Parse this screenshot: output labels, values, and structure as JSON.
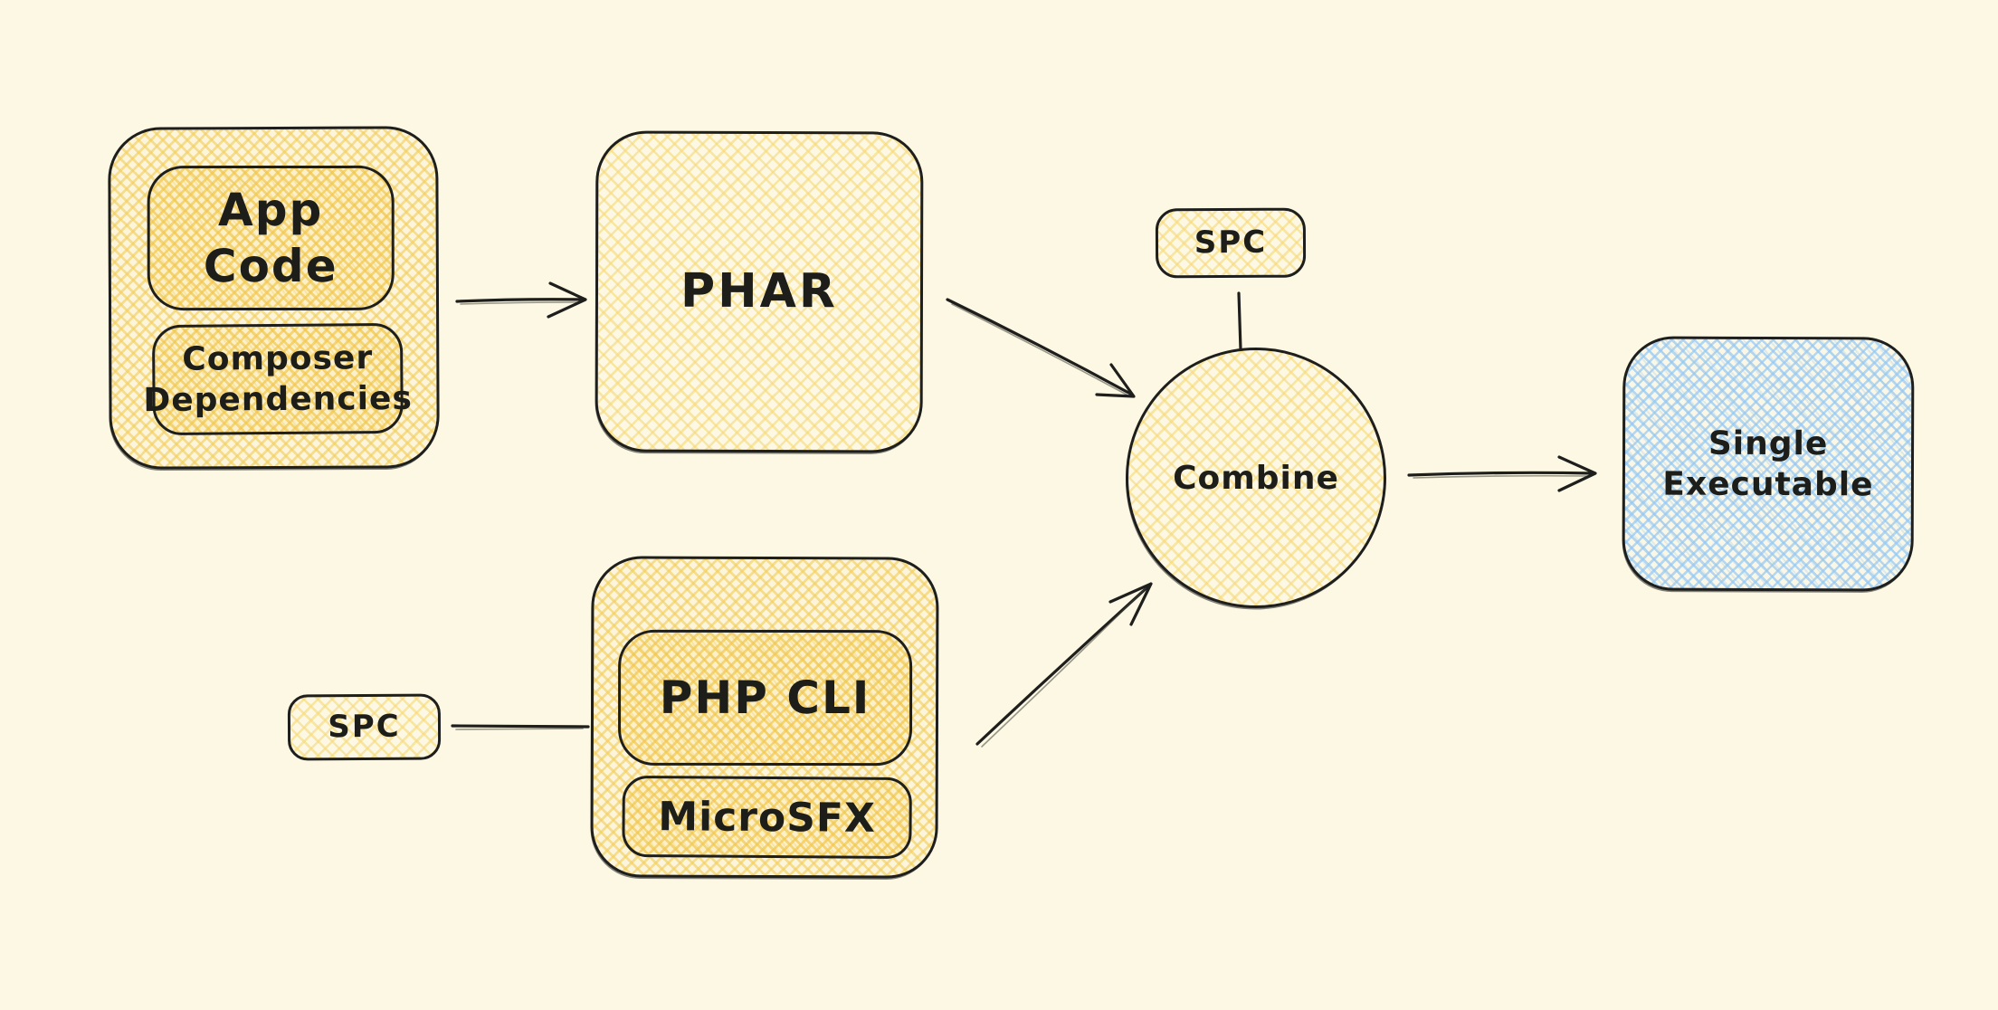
{
  "diagram": {
    "type": "flowchart",
    "theme": {
      "background": "#FCF8E3",
      "stroke": "#1E1E1D",
      "text_color": "#1D1D1A",
      "yellow_hatch": "#F3CE5C",
      "blue_hatch": "#96C8F3"
    },
    "nodes": {
      "app_group": {
        "shape": "rounded-rect",
        "fill": "yellow"
      },
      "app_code": {
        "label": "App Code",
        "shape": "rounded-rect",
        "fill": "yellow"
      },
      "composer_dependencies": {
        "label": "Composer Dependencies",
        "shape": "rounded-rect",
        "fill": "yellow"
      },
      "phar": {
        "label": "PHAR",
        "shape": "rounded-rect",
        "fill": "yellow"
      },
      "spc_top": {
        "label": "SPC",
        "shape": "rounded-rect",
        "fill": "yellow"
      },
      "combine": {
        "label": "Combine",
        "shape": "circle",
        "fill": "yellow"
      },
      "php_group": {
        "shape": "rounded-rect",
        "fill": "yellow"
      },
      "php_cli": {
        "label": "PHP CLI",
        "shape": "rounded-rect",
        "fill": "yellow"
      },
      "microsfx": {
        "label": "MicroSFX",
        "shape": "rounded-rect",
        "fill": "yellow"
      },
      "spc_left": {
        "label": "SPC",
        "shape": "rounded-rect",
        "fill": "yellow"
      },
      "single_executable": {
        "label": "Single Executable",
        "shape": "rounded-rect",
        "fill": "blue"
      }
    },
    "edges": [
      {
        "from": "app-group",
        "to": "phar",
        "style": "arrow"
      },
      {
        "from": "phar",
        "to": "combine",
        "style": "arrow"
      },
      {
        "from": "spc-top",
        "to": "combine",
        "style": "line"
      },
      {
        "from": "spc-left",
        "to": "php-group",
        "style": "line"
      },
      {
        "from": "php-group",
        "to": "combine",
        "style": "arrow"
      },
      {
        "from": "combine",
        "to": "single-executable",
        "style": "arrow"
      }
    ]
  }
}
